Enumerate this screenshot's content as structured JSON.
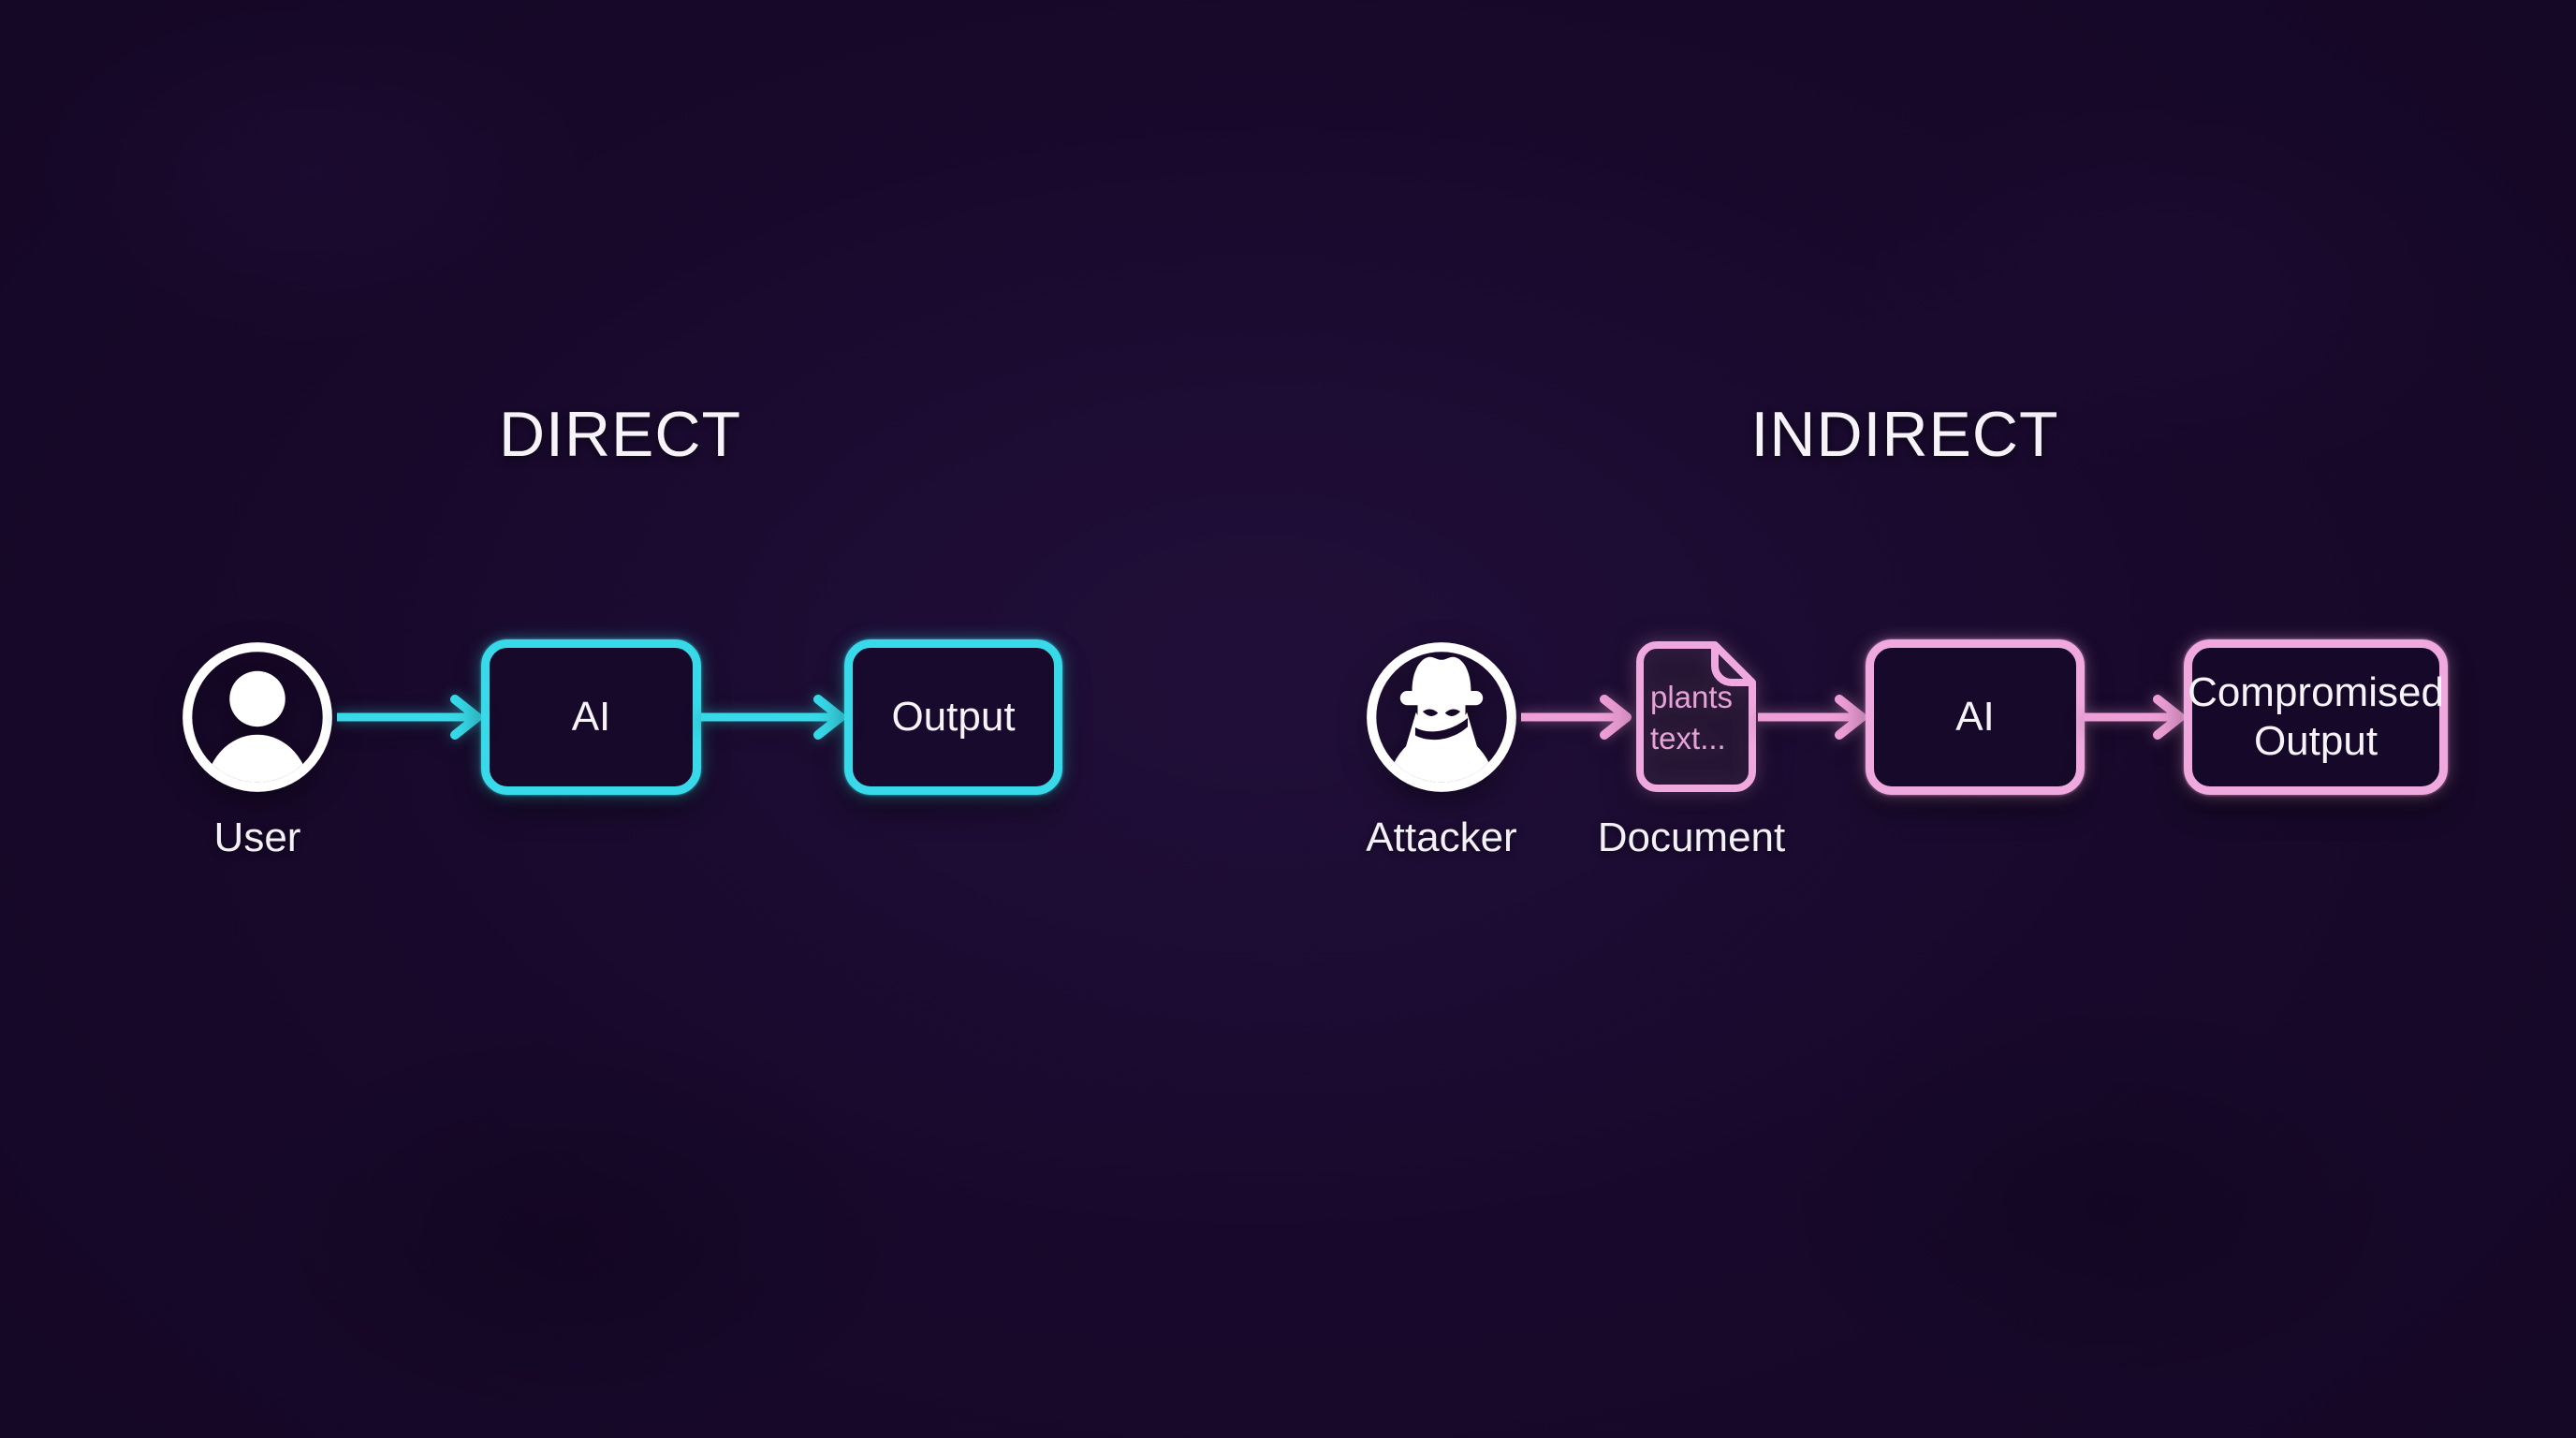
{
  "colors": {
    "background": "#170829",
    "direct_accent": "#38dae9",
    "indirect_accent": "#f0a9de",
    "indirect_arrow": "#ee9fd7",
    "indirect_text_accent": "#e7a3d8",
    "text": "#f3f1f6"
  },
  "direct": {
    "title": "DIRECT",
    "user": {
      "label": "User",
      "icon": "user-icon"
    },
    "ai": {
      "label": "AI"
    },
    "output": {
      "label": "Output"
    }
  },
  "indirect": {
    "title": "INDIRECT",
    "attacker": {
      "label": "Attacker",
      "icon": "attacker-icon"
    },
    "document": {
      "label": "Document",
      "icon": "document-icon",
      "content": [
        "plants",
        "text..."
      ]
    },
    "ai": {
      "label": "AI"
    },
    "compromised_output": {
      "label": [
        "Compromised",
        "Output"
      ]
    }
  }
}
